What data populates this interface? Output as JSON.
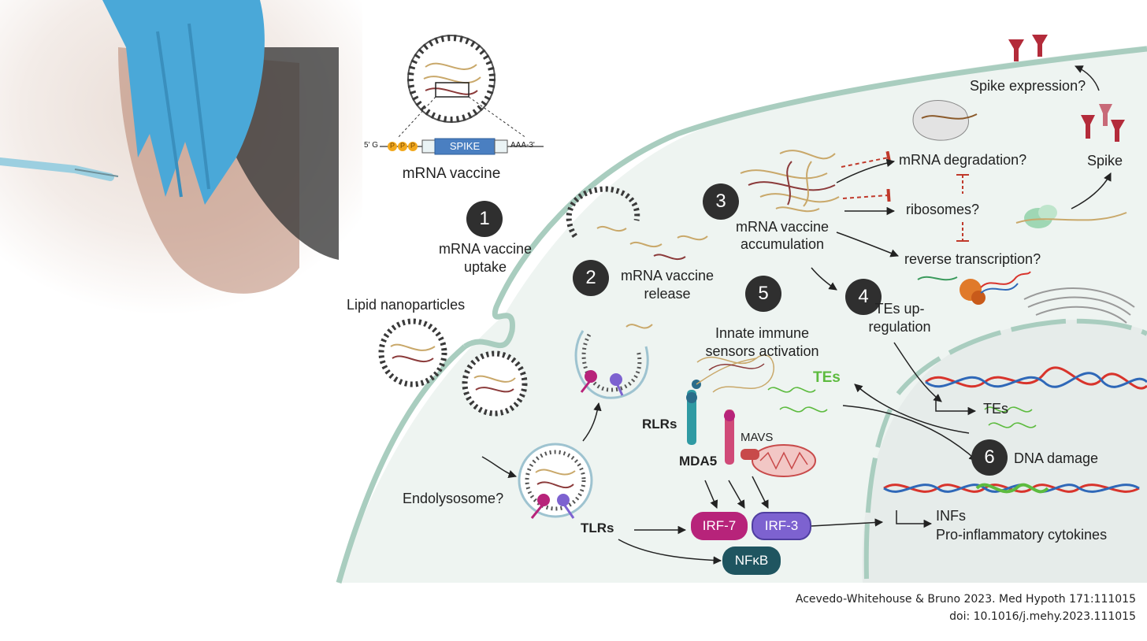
{
  "vaccine": {
    "construct_5prime": "5' G",
    "cap_letter": "P",
    "gene": "SPIKE",
    "construct_3prime": "AAA-3'",
    "title": "mRNA vaccine"
  },
  "steps": [
    {
      "num": "1",
      "label_line1": "mRNA vaccine",
      "label_line2": "uptake"
    },
    {
      "num": "2",
      "label_line1": "mRNA vaccine",
      "label_line2": "release"
    },
    {
      "num": "3",
      "label_line1": "mRNA vaccine",
      "label_line2": "accumulation"
    },
    {
      "num": "4",
      "label_line1": "TEs up-",
      "label_line2": "regulation"
    },
    {
      "num": "5",
      "label_line1": "Innate immune",
      "label_line2": "sensors activation"
    },
    {
      "num": "6",
      "label_line1": "DNA damage",
      "label_line2": ""
    }
  ],
  "labels": {
    "lipid_nanoparticles": "Lipid nanoparticles",
    "endolysosome": "Endolysosome?",
    "tlrs": "TLRs",
    "rlrs": "RLRs",
    "mda5": "MDA5",
    "mavs": "MAVS",
    "tes_green": "TEs",
    "tes_nucleus": "TEs",
    "mrna_degradation": "mRNA degradation?",
    "ribosomes": "ribosomes?",
    "reverse_transcription": "reverse transcription?",
    "spike": "Spike",
    "spike_expression": "Spike expression?",
    "infs": "INFs",
    "cytokines": "Pro-inflammatory cytokines"
  },
  "factors": {
    "irf7": "IRF-7",
    "irf3": "IRF-3",
    "nfkb": "NFκB"
  },
  "colors": {
    "cell_fill": "#eef4f1",
    "membrane": "#a9cdbf",
    "nucleus_fill": "#e6ecea",
    "irf7": "#b7237a",
    "irf3": "#7d62d0",
    "nfkb": "#1f5560",
    "tes_green": "#5dbb3f",
    "badge": "#2f2f2f",
    "dna_red": "#d8342c",
    "dna_blue": "#2f68b8"
  },
  "citation": {
    "line1": "Acevedo-Whitehouse & Bruno 2023. Med Hypoth 171:111015",
    "line2": "doi: 10.1016/j.mehy.2023.111015"
  }
}
